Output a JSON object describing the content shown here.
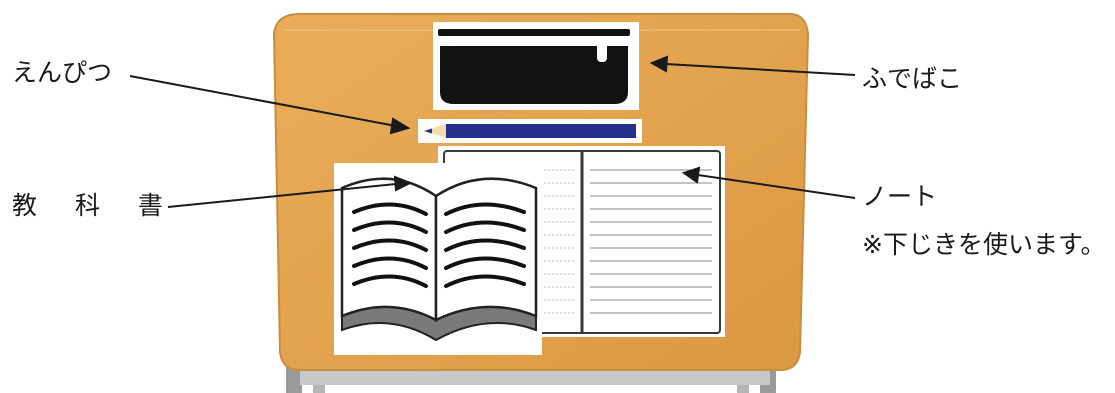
{
  "labels": {
    "pencil": "えんぴつ",
    "textbook": "教 科 書",
    "pencil_case": "ふでばこ",
    "notebook": "ノート",
    "note": "※下じきを使います。"
  },
  "colors": {
    "desk_top": "#e2a14a",
    "desk_frame": "#d19a52",
    "pencil_body": "#24308a",
    "pencil_case": "#111111",
    "arrow": "#1a1a1a",
    "leg": "#8f8f8f"
  },
  "icons": [
    "desk",
    "pencil-case-icon",
    "pencil-icon",
    "textbook-icon",
    "notebook-icon"
  ]
}
